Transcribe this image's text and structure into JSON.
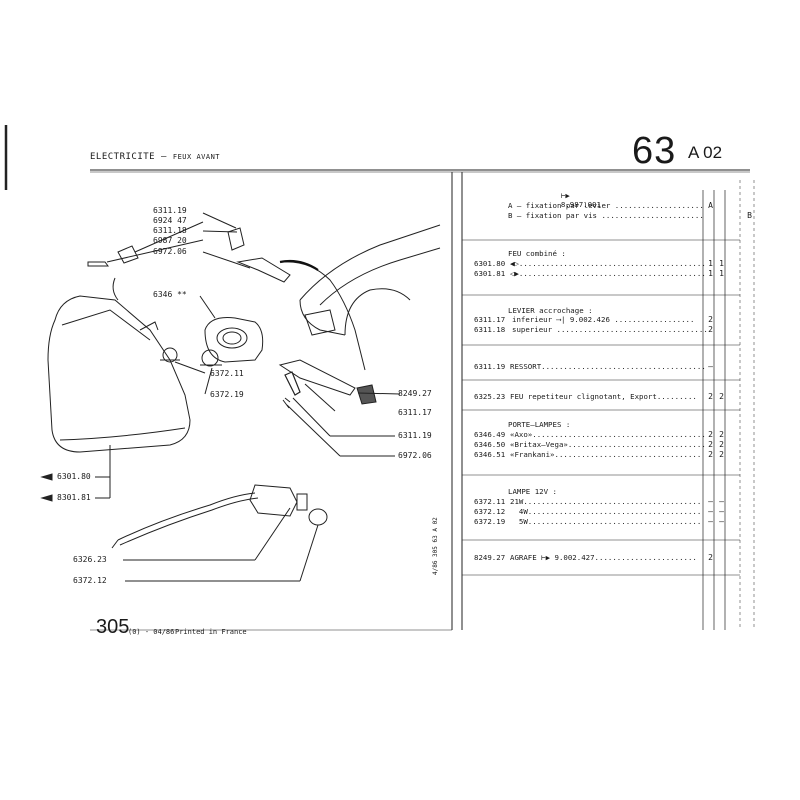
{
  "header": {
    "section_title": "ELECTRICITE",
    "section_dash": "–",
    "section_sub": "FEUX AVANT",
    "group": "63",
    "subgroup": "A 02"
  },
  "serial": {
    "arrow": "⊢▶",
    "value": "8.987.001"
  },
  "notes": [
    {
      "text": "A – fixation par levier ....................",
      "col": "A"
    },
    {
      "text": "B – fixation par vis .......................",
      "col": "B"
    }
  ],
  "diagram_labels": {
    "l1": "6311.19",
    "l2": "6924 47",
    "l3": "6311.18",
    "l4": "6987 20",
    "l5": "6972.06",
    "l6": "6346 **",
    "l7": "6372.11",
    "l8": "6372.19",
    "l9": "8249.27",
    "l10": "6311.17",
    "l11": "6311.19",
    "l12": "6972.06",
    "l13": "6301.80",
    "l14": "8301.81",
    "l15": "6326.23",
    "l16": "6372.12"
  },
  "parts": {
    "feu_title": "FEU combiné :",
    "r1_pn": "6301.80",
    "r1_txt": "◀▷..........................................",
    "r1_a": "1",
    "r1_b": "1",
    "r2_pn": "6301.81",
    "r2_txt": "◁▶..........................................",
    "r2_a": "1",
    "r2_b": "1",
    "levier_title": "LEVIER accrochage :",
    "r3_pn": "6311.17",
    "r3_txt": "inferieur ⟶| 9.002.426 ..................",
    "r3_a": "2",
    "r4_pn": "6311.18",
    "r4_txt": "superieur ..................................",
    "r4_a": "2",
    "r5_pn": "6311.19",
    "r5_txt": "RESSORT.....................................",
    "r5_a": "–",
    "r6_pn": "6325.23",
    "r6_txt": "FEU repetiteur clignotant, Export.........",
    "r6_a": "2",
    "r6_b": "2",
    "porte_title": "PORTE–LAMPES :",
    "r7_pn": "6346.49",
    "r7_txt": "«Axo».......................................",
    "r7_a": "2",
    "r7_b": "2",
    "r8_pn": "6346.50",
    "r8_txt": "«Britax–Vega»...............................",
    "r8_a": "2",
    "r8_b": "2",
    "r9_pn": "6346.51",
    "r9_txt": "«Frankani».................................",
    "r9_a": "2",
    "r9_b": "2",
    "lampe_title": "LAMPE 12V :",
    "r10_pn": "6372.11",
    "r10_txt": "21W........................................",
    "r10_a": "–",
    "r10_b": "–",
    "r11_pn": "6372.12",
    "r11_txt": "  4W.......................................",
    "r11_a": "–",
    "r11_b": "–",
    "r12_pn": "6372.19",
    "r12_txt": "  5W.......................................",
    "r12_a": "–",
    "r12_b": "–",
    "r13_pn": "8249.27",
    "r13_txt": "AGRAFE ⊢▶ 9.002.427.......................",
    "r13_a": "2"
  },
  "footer": {
    "page": "305",
    "edition": "(0) - 04/86",
    "printed": "Printed in France",
    "vertical_code": "4/86 305 63 A 02"
  }
}
